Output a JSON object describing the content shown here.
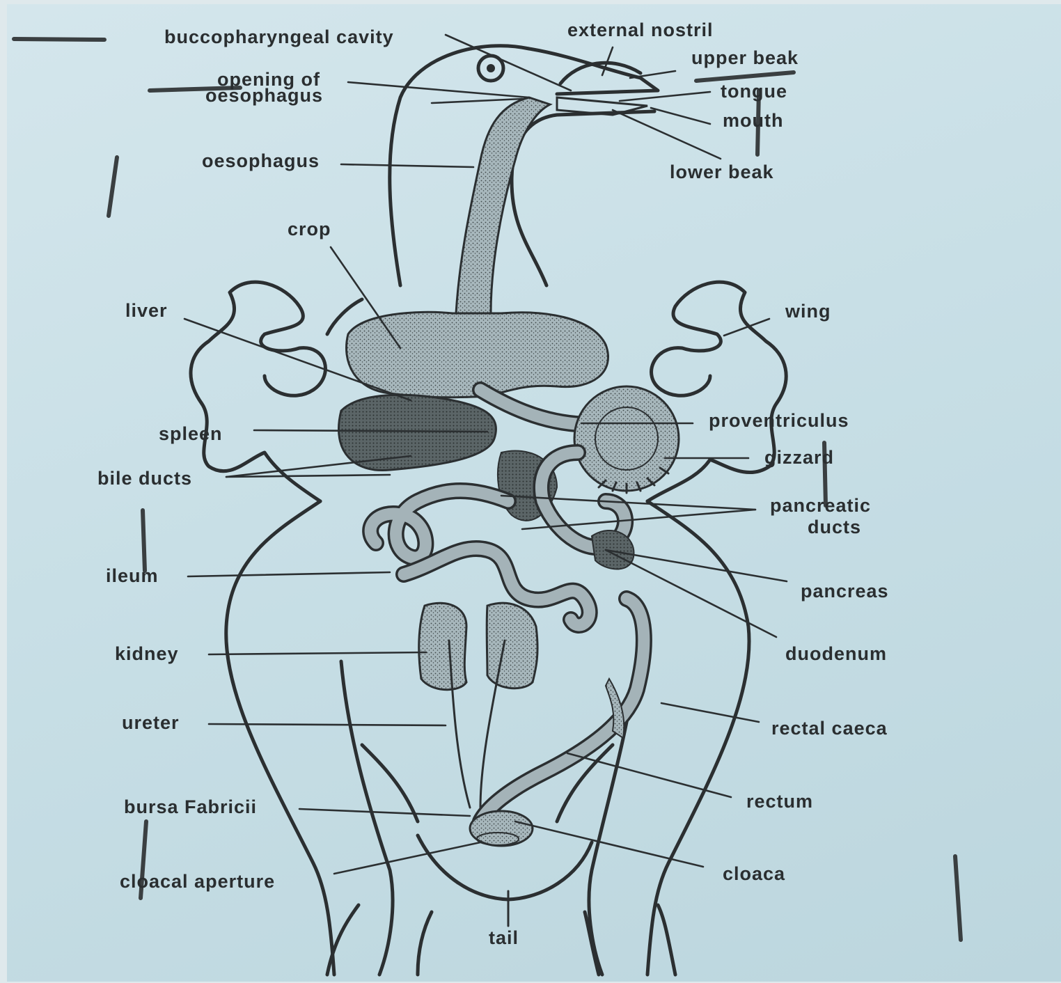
{
  "diagram": {
    "labels": {
      "buccopharyngeal_cavity": "buccopharyngeal cavity",
      "external_nostril": "external nostril",
      "upper_beak": "upper beak",
      "opening_of": "opening of",
      "oesophagus_line2": "oesophagus",
      "tongue": "tongue",
      "mouth": "mouth",
      "oesophagus": "oesophagus",
      "lower_beak": "lower beak",
      "crop": "crop",
      "liver": "liver",
      "wing": "wing",
      "spleen": "spleen",
      "proventriculus": "proventriculus",
      "bile_ducts": "bile ducts",
      "gizzard": "gizzard",
      "pancreatic": "pancreatic",
      "ducts": "ducts",
      "ileum": "ileum",
      "pancreas": "pancreas",
      "kidney": "kidney",
      "duodenum": "duodenum",
      "ureter": "ureter",
      "rectal_caeca": "rectal caeca",
      "rectum": "rectum",
      "bursa_fabricii": "bursa Fabricii",
      "cloaca": "cloaca",
      "cloacal_aperture": "cloacal aperture",
      "tail": "tail"
    },
    "colors": {
      "paper": "#c8dfe6",
      "ink": "#2b2f31",
      "stipple": "#9aaab0"
    }
  }
}
